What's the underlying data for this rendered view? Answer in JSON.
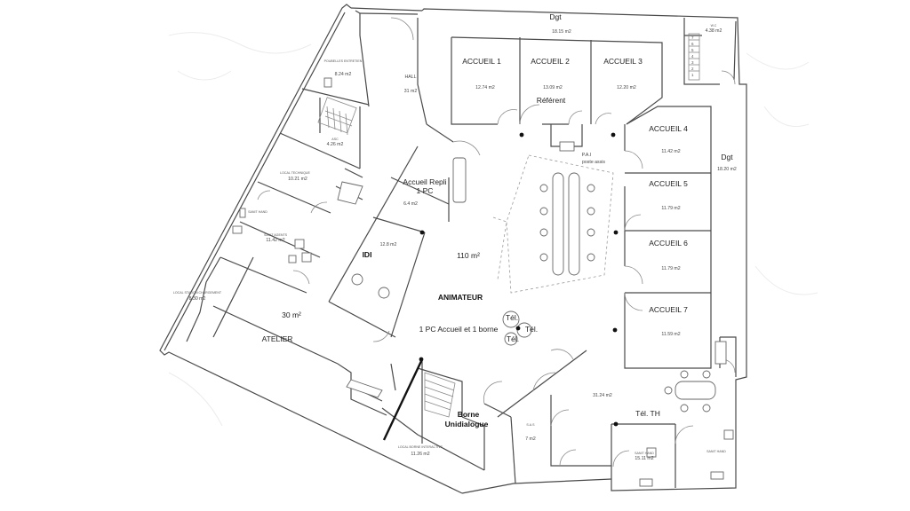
{
  "rooms": {
    "dgt_top": {
      "label": "Dgt",
      "area": "18.15 m2"
    },
    "wc_top": {
      "label": "W.C",
      "area": "4.38 m2"
    },
    "accueil1": {
      "label": "ACCUEIL 1",
      "area": "12.74 m2"
    },
    "accueil2": {
      "label": "ACCUEIL 2",
      "area": "13.09 m2",
      "note": "Référent"
    },
    "accueil3": {
      "label": "ACCUEIL 3",
      "area": "12.20 m2"
    },
    "accueil4": {
      "label": "ACCUEIL 4",
      "area": "11.42 m2"
    },
    "dgt_right": {
      "label": "Dgt",
      "area": "18.20 m2"
    },
    "accueil5": {
      "label": "ACCUEIL 5",
      "area": "11.79 m2"
    },
    "accueil6": {
      "label": "ACCUEIL 6",
      "area": "11.79 m2"
    },
    "accueil7": {
      "label": "ACCUEIL 7",
      "area": "11.59 m2"
    },
    "hall": {
      "label": "HALL",
      "area": "31 m2"
    },
    "poubelles": {
      "label": "POUBELLES ENTRETIEN",
      "area": "8.24 m2"
    },
    "asc": {
      "label": "ASC",
      "area": "4.26 m2"
    },
    "local_technique": {
      "label": "LOCAL TECHNIQUE",
      "area": "10.21 m2"
    },
    "sanitaires_agents": {
      "label": "SANIT AGENTS",
      "area": "11.42 m2"
    },
    "sanit_hand": {
      "label": "SANIT HAND"
    },
    "accueil_repli": {
      "label": "Accueil Repli",
      "label2": "1 PC",
      "area": "6.4 m2"
    },
    "idi": {
      "label": "IDI",
      "area": "12.8 m2"
    },
    "main_hall": {
      "label": "110 m²",
      "label2": "ANIMATEUR",
      "label3": "1 PC Accueil et 1 borne"
    },
    "pai": {
      "label": "P.A.I",
      "label2": "poste assis"
    },
    "tel1": {
      "label": "Tél."
    },
    "tel2": {
      "label": "Tél."
    },
    "tel3": {
      "label": "Tél."
    },
    "local_station": {
      "label": "LOCAL STATION CHARGEMENT",
      "area": "8.30 m2"
    },
    "atelier": {
      "label": "30 m²",
      "label2": "ATELIER"
    },
    "borne": {
      "label": "Borne",
      "label2": "Unidialogue"
    },
    "local_borne": {
      "label": "LOCAL BORNE INTERACTIVE",
      "area": "11.26 m2"
    },
    "sas": {
      "label": "S.A.S",
      "area": "7 m2"
    },
    "attente": {
      "area": "31.24 m2"
    },
    "tel_th": {
      "label": "Tél. TH"
    },
    "sanit_hand_bottom": {
      "label": "SANIT HAND",
      "area": "15.11 m2"
    },
    "sanit_hand_br": {
      "label": "SANIT HAND"
    }
  },
  "stair_steps": [
    "7",
    "6",
    "5",
    "4",
    "3",
    "2",
    "1"
  ]
}
